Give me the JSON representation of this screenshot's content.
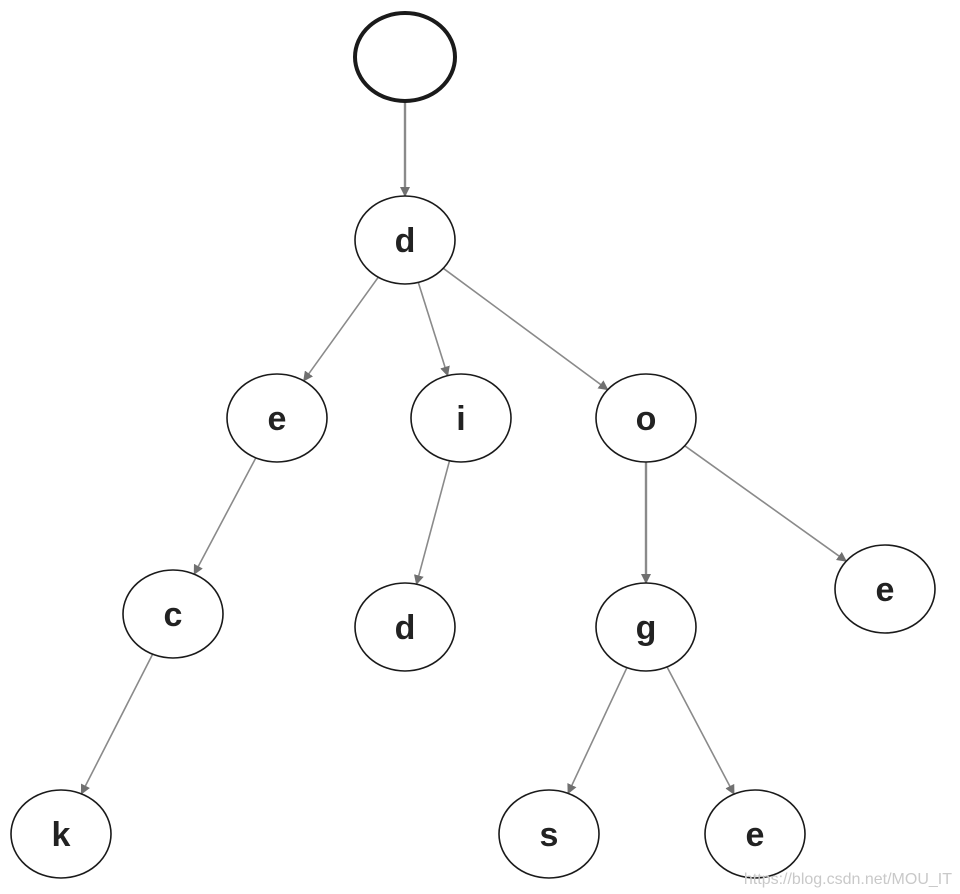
{
  "diagram": {
    "nodes": [
      {
        "id": "root",
        "label": ""
      },
      {
        "id": "d1",
        "label": "d"
      },
      {
        "id": "e1",
        "label": "e"
      },
      {
        "id": "i1",
        "label": "i"
      },
      {
        "id": "o1",
        "label": "o"
      },
      {
        "id": "c1",
        "label": "c"
      },
      {
        "id": "d2",
        "label": "d"
      },
      {
        "id": "g1",
        "label": "g"
      },
      {
        "id": "e2",
        "label": "e"
      },
      {
        "id": "k1",
        "label": "k"
      },
      {
        "id": "s1",
        "label": "s"
      },
      {
        "id": "e3",
        "label": "e"
      }
    ],
    "edges": [
      {
        "from": "root",
        "to": "d1"
      },
      {
        "from": "d1",
        "to": "e1"
      },
      {
        "from": "d1",
        "to": "i1"
      },
      {
        "from": "d1",
        "to": "o1"
      },
      {
        "from": "e1",
        "to": "c1"
      },
      {
        "from": "i1",
        "to": "d2"
      },
      {
        "from": "o1",
        "to": "g1"
      },
      {
        "from": "o1",
        "to": "e2"
      },
      {
        "from": "c1",
        "to": "k1"
      },
      {
        "from": "g1",
        "to": "s1"
      },
      {
        "from": "g1",
        "to": "e3"
      }
    ]
  },
  "watermark": "https://blog.csdn.net/MOU_IT",
  "colors": {
    "edge": "#8a8a8a",
    "arrow": "#707070",
    "node_stroke": "#1a1a1a",
    "node_fill": "#ffffff",
    "text": "#222222"
  }
}
